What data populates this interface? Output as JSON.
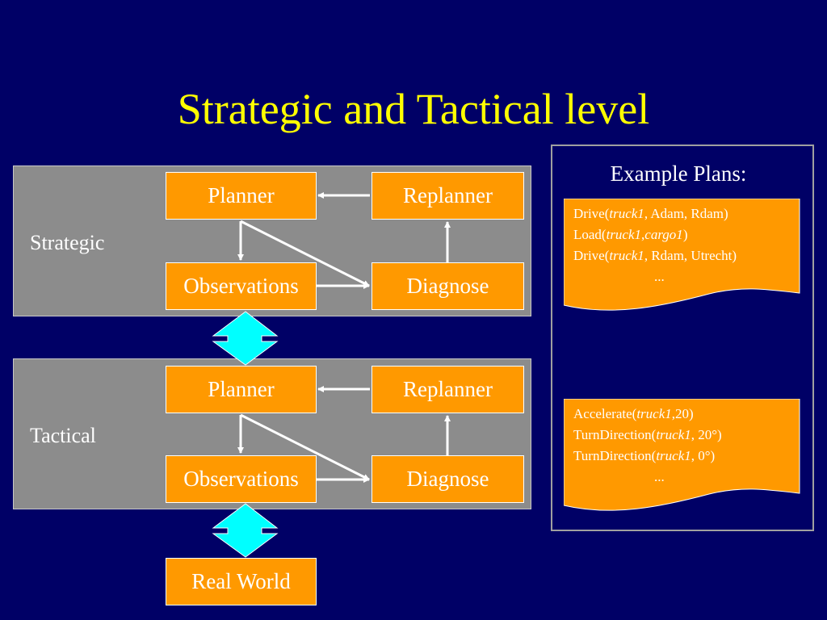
{
  "title": "Strategic and Tactical level",
  "levels": {
    "strategic": {
      "label": "Strategic",
      "planner": "Planner",
      "replanner": "Replanner",
      "observations": "Observations",
      "diagnose": "Diagnose"
    },
    "tactical": {
      "label": "Tactical",
      "planner": "Planner",
      "replanner": "Replanner",
      "observations": "Observations",
      "diagnose": "Diagnose"
    }
  },
  "real_world": "Real World",
  "example_plans": {
    "heading": "Example Plans:",
    "strategic_plan": [
      {
        "pre": "Drive(",
        "italic": "truck1",
        "post": ", Adam, Rdam)"
      },
      {
        "pre": "Load(",
        "italic": "truck1",
        "mid": ",",
        "italic2": "cargo1",
        "post": ")"
      },
      {
        "pre": "Drive(",
        "italic": "truck1",
        "post": ", Rdam, Utrecht)"
      },
      {
        "pre": "...",
        "italic": "",
        "post": ""
      }
    ],
    "tactical_plan": [
      {
        "pre": "Accelerate(",
        "italic": "truck1",
        "post": ",20)"
      },
      {
        "pre": "TurnDirection(",
        "italic": "truck1",
        "post": ", 20°)"
      },
      {
        "pre": "TurnDirection(",
        "italic": "truck1",
        "post": ", 0°)"
      },
      {
        "pre": "...",
        "italic": "",
        "post": ""
      }
    ]
  },
  "colors": {
    "background": "#000066",
    "title": "#ffff00",
    "panel": "#8c8c8c",
    "box": "#ff9900",
    "link_arrow": "#00ffff"
  }
}
